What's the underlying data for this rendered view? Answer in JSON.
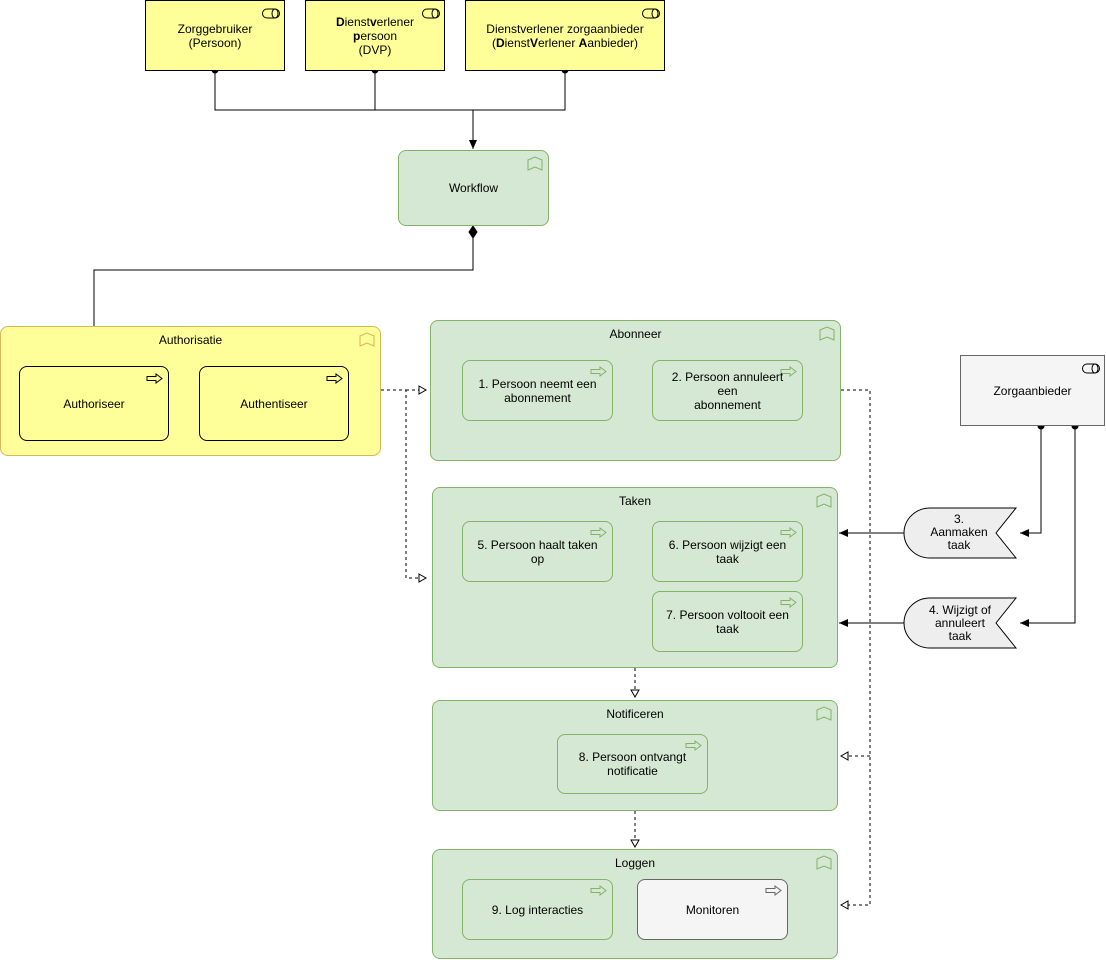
{
  "actors": [
    {
      "id": "zorggebruiker",
      "lines": [
        "Zorggebruiker",
        "(Persoon)"
      ]
    },
    {
      "id": "dvp",
      "line1_parts": [
        {
          "text": "D",
          "bold": true
        },
        {
          "text": "ienst",
          "bold": false
        },
        {
          "text": "v",
          "bold": true
        },
        {
          "text": "erlener ",
          "bold": false
        },
        {
          "text": "p",
          "bold": true
        },
        {
          "text": "ersoon",
          "bold": false
        }
      ],
      "line2": "(DVP)"
    },
    {
      "id": "dva",
      "line1": "Dienstverlener zorgaanbieder",
      "line2_parts": [
        {
          "text": "(",
          "bold": false
        },
        {
          "text": "D",
          "bold": true
        },
        {
          "text": "ienst",
          "bold": false
        },
        {
          "text": "V",
          "bold": true
        },
        {
          "text": "erlener ",
          "bold": false
        },
        {
          "text": "A",
          "bold": true
        },
        {
          "text": "anbieder)",
          "bold": false
        }
      ]
    },
    {
      "id": "zorgaanbieder",
      "lines": [
        "Zorgaanbieder"
      ]
    }
  ],
  "workflow": {
    "label": "Workflow"
  },
  "authorisatie": {
    "title": "Authorisatie",
    "items": [
      {
        "label": "Authoriseer"
      },
      {
        "label": "Authentiseer"
      }
    ]
  },
  "abonneer": {
    "title": "Abonneer",
    "items": [
      {
        "lines": [
          "1. Persoon neemt een",
          "abonnement"
        ]
      },
      {
        "lines": [
          "2. Persoon annuleert een",
          "abonnement"
        ]
      }
    ]
  },
  "taken": {
    "title": "Taken",
    "items": [
      {
        "lines": [
          "5. Persoon haalt taken op"
        ]
      },
      {
        "lines": [
          "6. Persoon wijzigt een taak"
        ]
      },
      {
        "lines": [
          "7. Persoon voltooit een",
          "taak"
        ]
      }
    ]
  },
  "notificeren": {
    "title": "Notificeren",
    "items": [
      {
        "lines": [
          "8. Persoon ontvangt",
          "notificatie"
        ]
      }
    ]
  },
  "loggen": {
    "title": "Loggen",
    "items": [
      {
        "lines": [
          "9. Log interacties"
        ]
      },
      {
        "lines": [
          "Monitoren"
        ]
      }
    ]
  },
  "events": [
    {
      "lines": [
        "3.",
        "Aanmaken",
        "taak"
      ]
    },
    {
      "lines": [
        "4. Wijzigt of",
        "annuleert",
        "taak"
      ]
    }
  ],
  "colors": {
    "actor_fill": "#ffff99",
    "group_fill": "#d5e8d4",
    "group_stroke": "#82b366",
    "auth_stroke": "#d6b656",
    "gray_fill": "#f5f5f5"
  }
}
